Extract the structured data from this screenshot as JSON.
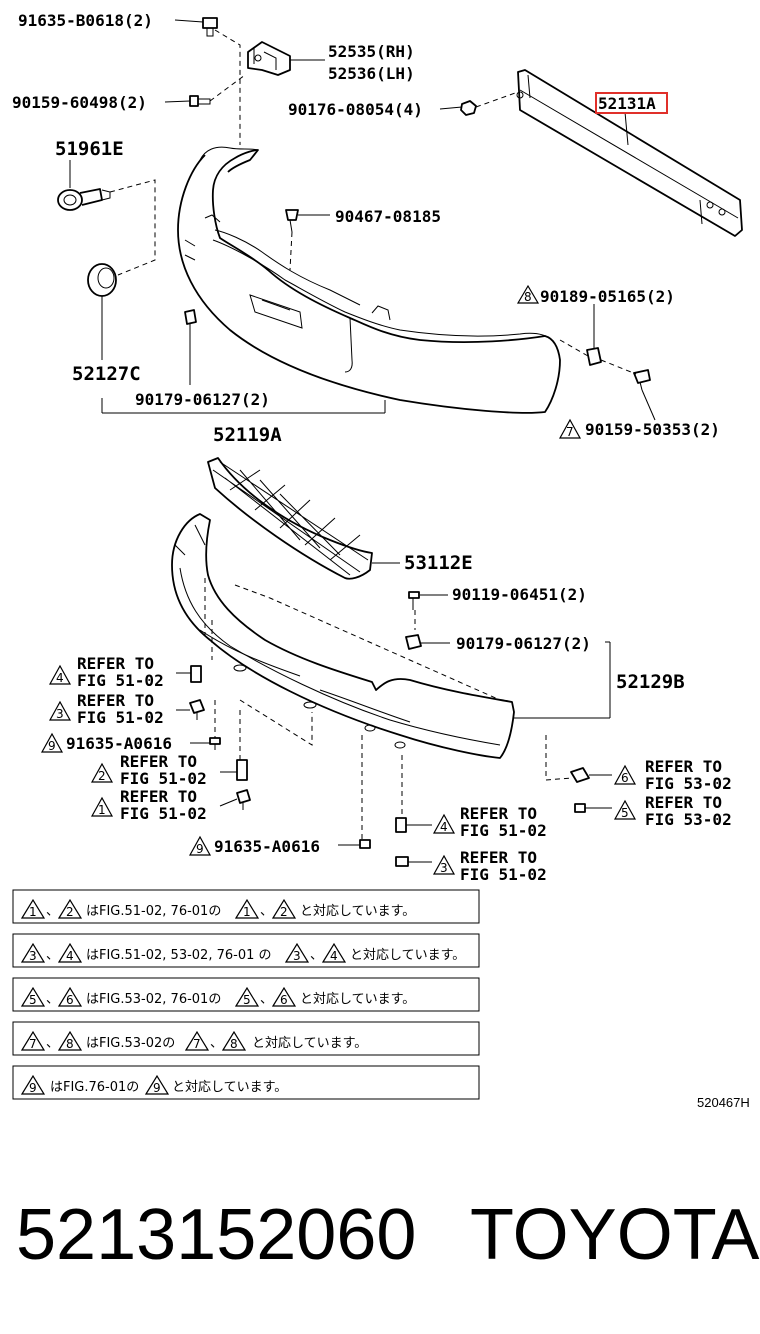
{
  "diagram": {
    "top_labels": [
      "91635-B0618(2)",
      "52535(RH)",
      "52536(LH)",
      "90159-60498(2)",
      "90176-08054(4)",
      "52131A",
      "51961E",
      "90467-08185",
      "90189-05165(2)",
      "52127C",
      "90179-06127(2)",
      "52119A",
      "90159-50353(2)"
    ],
    "bottom_labels": [
      "53112E",
      "90119-06451(2)",
      "90179-06127(2)",
      "52129B",
      "91635-A0616",
      "91635-A0616"
    ],
    "refer_labels": [
      {
        "num": "4",
        "line1": "REFER TO",
        "line2": "FIG 51-02"
      },
      {
        "num": "3",
        "line1": "REFER TO",
        "line2": "FIG 51-02"
      },
      {
        "num": "2",
        "line1": "REFER TO",
        "line2": "FIG 51-02"
      },
      {
        "num": "1",
        "line1": "REFER TO",
        "line2": "FIG 51-02"
      },
      {
        "num": "6",
        "line1": "REFER TO",
        "line2": "FIG 53-02"
      },
      {
        "num": "5",
        "line1": "REFER TO",
        "line2": "FIG 53-02"
      },
      {
        "num": "4",
        "line1": "REFER TO",
        "line2": "FIG 51-02"
      },
      {
        "num": "3",
        "line1": "REFER TO",
        "line2": "FIG 51-02"
      }
    ],
    "tri_marks": {
      "t8": "8",
      "t7": "7",
      "t9": "9"
    },
    "highlight_color": "#e0302a",
    "notes": [
      {
        "a": "1",
        "b": "2",
        "text1": "はFIG.51-02, 76-01の",
        "text2": "と対応しています。"
      },
      {
        "a": "3",
        "b": "4",
        "text1": "はFIG.51-02, 53-02, 76-01 の",
        "text2": "と対応しています。"
      },
      {
        "a": "5",
        "b": "6",
        "text1": "はFIG.53-02, 76-01の",
        "text2": "と対応しています。"
      },
      {
        "a": "7",
        "b": "8",
        "text1": "はFIG.53-02の",
        "text2": "と対応しています。"
      },
      {
        "a": "9",
        "text1": "はFIG.76-01の",
        "text2": "と対応しています。"
      }
    ],
    "sep": "、",
    "ref_code": "520467H"
  },
  "footer": {
    "part_number": "5213152060",
    "brand": "TOYOTA"
  }
}
